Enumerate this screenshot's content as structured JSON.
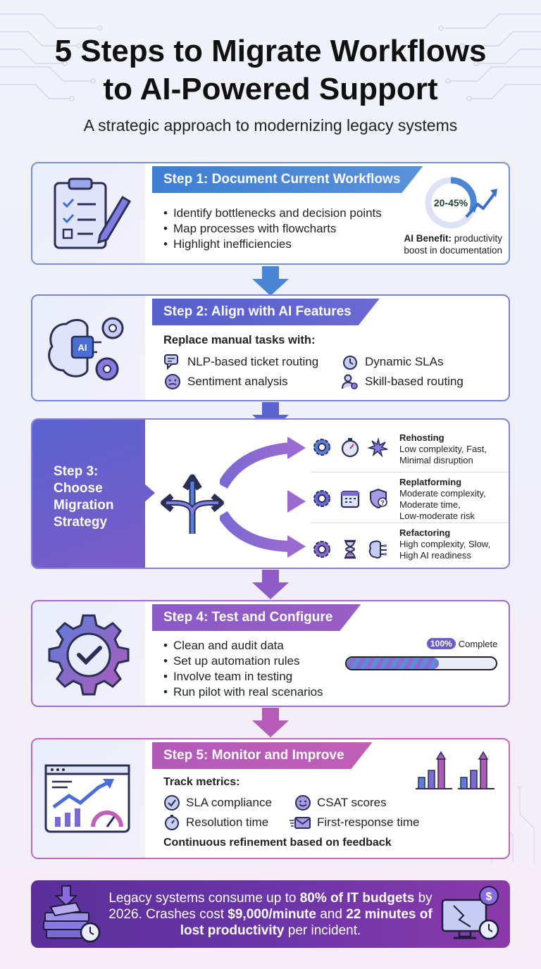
{
  "header": {
    "title_line1": "5 Steps to Migrate Workflows",
    "title_line2": "to AI-Powered Support",
    "subtitle": "A strategic approach to modernizing legacy systems"
  },
  "step1": {
    "title": "Step 1: Document Current Workflows",
    "bullets": [
      "Identify bottlenecks and decision points",
      "Map processes with flowcharts",
      "Highlight inefficiencies"
    ],
    "donut_label": "20-45%",
    "benefit_label": "AI Benefit:",
    "benefit_text1": "productivity",
    "benefit_text2": "boost in documentation"
  },
  "step2": {
    "title": "Step 2: Align with AI Features",
    "lead": "Replace manual tasks with:",
    "features": [
      "NLP-based ticket routing",
      "Dynamic SLAs",
      "Sentiment analysis",
      "Skill-based routing"
    ],
    "chip_label": "AI"
  },
  "step3": {
    "title_line1": "Step 3:",
    "title_line2": "Choose",
    "title_line3": "Migration",
    "title_line4": "Strategy",
    "options": [
      {
        "name": "Rehosting",
        "line1": "Low complexity, Fast,",
        "line2": "Minimal disruption",
        "line3": ""
      },
      {
        "name": "Replatforming",
        "line1": "Moderate complexity,",
        "line2": "Moderate time,",
        "line3": "Low-moderate risk"
      },
      {
        "name": "Refactoring",
        "line1": "High complexity, Slow,",
        "line2": "High AI readiness",
        "line3": ""
      }
    ]
  },
  "step4": {
    "title": "Step 4: Test and Configure",
    "bullets": [
      "Clean and audit data",
      "Set up automation rules",
      "Involve team in testing",
      "Run pilot with real scenarios"
    ],
    "progress_badge": "100%",
    "progress_label": "Complete",
    "progress_fraction": 0.62
  },
  "step5": {
    "title": "Step 5: Monitor and Improve",
    "lead": "Track metrics:",
    "metrics": [
      "SLA compliance",
      "CSAT scores",
      "Resolution time",
      "First-response time"
    ],
    "foot": "Continuous refinement based on feedback"
  },
  "footer": {
    "t1": "Legacy systems consume up to ",
    "b1": "80% of IT budgets",
    "t2": " by 2026. Crashes cost ",
    "b2": "$9,000/minute",
    "t3": " and ",
    "b3": "22 minutes of lost productivity",
    "t4": " per incident."
  },
  "colors": {
    "step1": "#4a86d4",
    "step2": "#5b64cd",
    "step3": "#6a5fcc",
    "step4": "#8f5bc6",
    "step5": "#b55cb8",
    "footer": "#6a35a8"
  }
}
